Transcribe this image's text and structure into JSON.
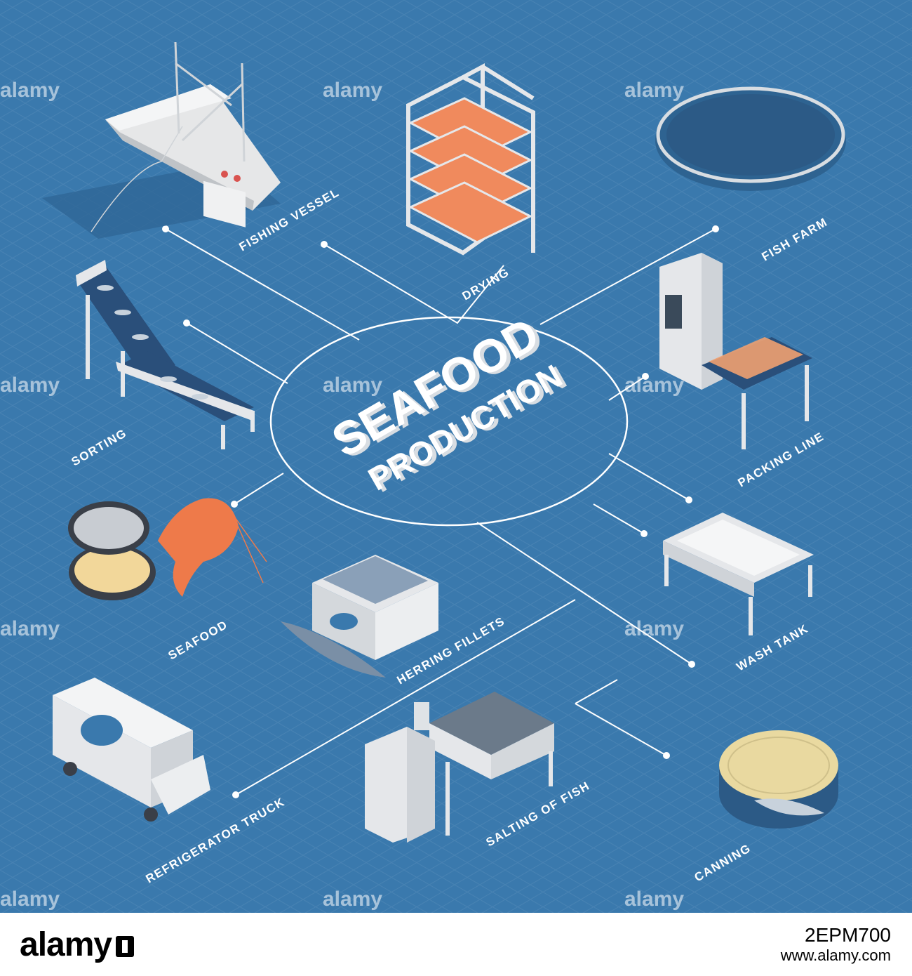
{
  "title_line1": "SEAFOOD",
  "title_line2": "PRODUCTION",
  "nodes": {
    "fishing_vessel": "FISHING VESSEL",
    "drying": "DRYING",
    "fish_farm": "FISH FARM",
    "sorting": "SORTING",
    "packing_line": "PACKING LINE",
    "seafood": "SEAFOOD",
    "herring_fillets": "HERRING FILLETS",
    "wash_tank": "WASH TANK",
    "refrigerator_truck": "REFRIGERATOR TRUCK",
    "salting_of_fish": "SALTING OF FISH",
    "canning": "CANNING"
  },
  "watermark": "alamy",
  "footer": {
    "logo": "alamy",
    "image_id": "2EPM700",
    "url": "www.alamy.com"
  },
  "colors": {
    "background": "#3a79ad",
    "connector": "#ffffff",
    "label": "#ffffff"
  }
}
